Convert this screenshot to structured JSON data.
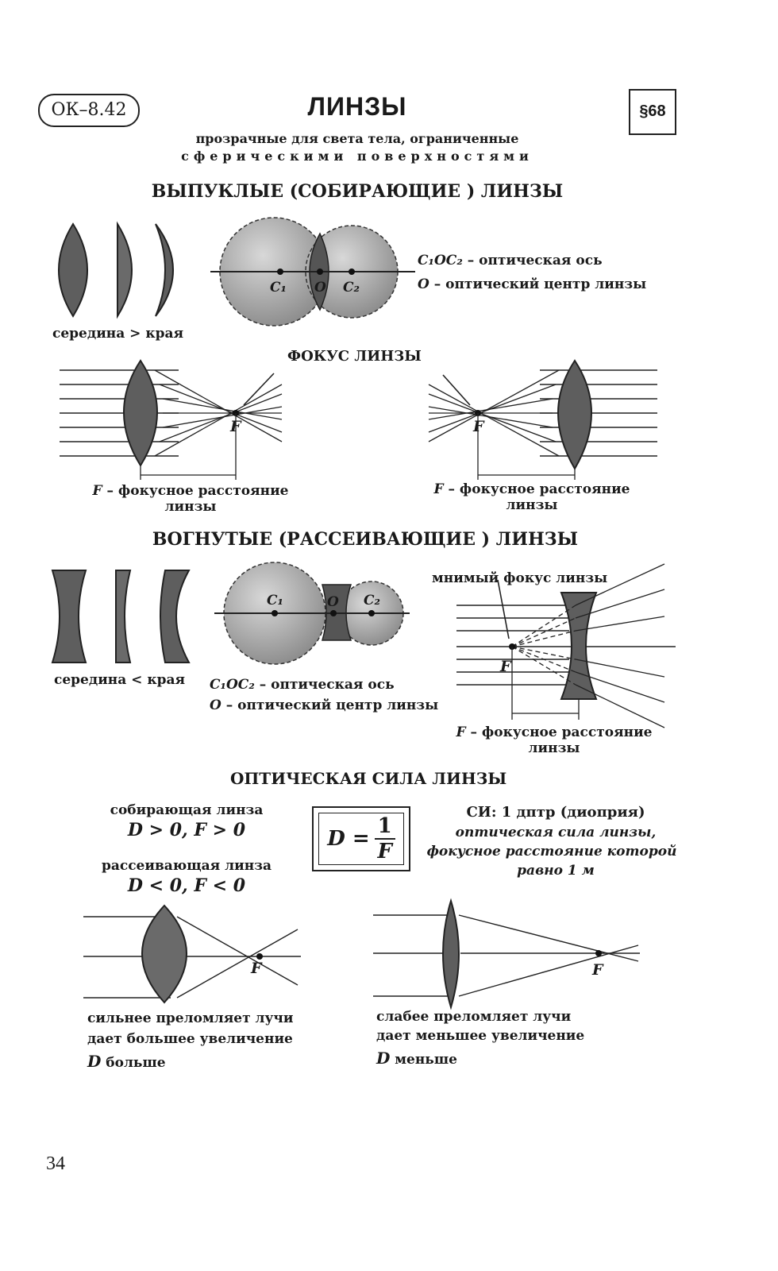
{
  "header": {
    "badge": "ОК–8.42",
    "title": "ЛИНЗЫ",
    "paragraph": "§68",
    "subtitle_line1": "прозрачные для света тела, ограниченные",
    "subtitle_line2": "сферическими поверхностями"
  },
  "convex": {
    "heading": "ВЫПУКЛЫЕ (СОБИРАЮЩИЕ ) ЛИНЗЫ",
    "rule": "середина > края",
    "axis_label_sym": "C₁OC₂",
    "axis_label_text": "– оптическая ось",
    "center_label_sym": "O",
    "center_label_text": "– оптический центр линзы",
    "point_c1": "C₁",
    "point_o": "O",
    "point_c2": "C₂"
  },
  "focus": {
    "heading": "ФОКУС ЛИНЗЫ",
    "f_point": "F",
    "left_caption_sym": "F",
    "left_caption_text": "– фокусное расстояние",
    "left_caption_line2": "линзы",
    "right_caption_sym": "F",
    "right_caption_text": "– фокусное расстояние",
    "right_caption_line2": "линзы"
  },
  "concave": {
    "heading": "ВОГНУТЫЕ (РАССЕИВАЮЩИЕ ) ЛИНЗЫ",
    "rule": "середина < края",
    "axis_label_sym": "C₁OC₂",
    "axis_label_text": "– оптическая ось",
    "center_label_sym": "O",
    "center_label_text": "– оптический центр линзы",
    "point_c1": "C₁",
    "point_o": "O",
    "point_c2": "C₂",
    "virtual_focus": "мнимый фокус линзы",
    "f_point": "F",
    "caption_sym": "F",
    "caption_text": "– фокусное расстояние",
    "caption_line2": "линзы"
  },
  "power": {
    "heading": "ОПТИЧЕСКАЯ СИЛА ЛИНЗЫ",
    "converging_title": "собирающая линза",
    "converging_rule": "D > 0, F > 0",
    "diverging_title": "рассеивающая линза",
    "diverging_rule": "D < 0, F < 0",
    "formula_lhs": "D =",
    "formula_num": "1",
    "formula_den": "F",
    "si_line": "СИ: 1 дптр (диоприя)",
    "si_def1": "оптическая сила линзы,",
    "si_def2": "фокусное расстояние которой",
    "si_def3": "равно 1 м",
    "strong_f": "F",
    "weak_f": "F",
    "strong_line1": "сильнее преломляет лучи",
    "strong_line2": "дает большее увеличение",
    "strong_line3_sym": "D",
    "strong_line3_text": "больше",
    "weak_line1": "слабее преломляет лучи",
    "weak_line2": "дает меньшее увеличение",
    "weak_line3_sym": "D",
    "weak_line3_text": "меньше"
  },
  "page_number": "34"
}
